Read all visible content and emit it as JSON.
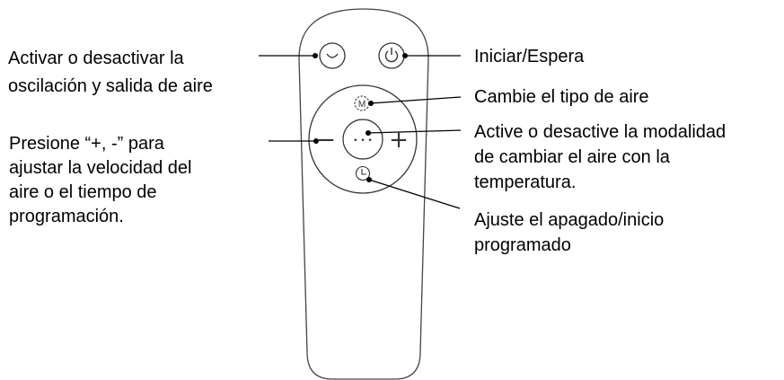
{
  "labels": {
    "oscillation": [
      "Activar o desactivar la",
      "oscilación y salida de aire"
    ],
    "speed_timer": [
      "Presione “+, -” para",
      "ajustar la velocidad del",
      "aire o el tiempo de",
      "programación."
    ],
    "power": [
      "Iniciar/Espera"
    ],
    "air_type": [
      "Cambie el tipo de aire"
    ],
    "temperature_mode": [
      "Active o desactive la modalidad",
      "de cambiar el aire con la",
      "temperatura."
    ],
    "timer": [
      "Ajuste el apagado/inicio",
      "programado"
    ]
  },
  "buttons": {
    "mode_glyph": "M",
    "minus_glyph": "−",
    "plus_glyph": "+",
    "center_glyph": "• • •"
  },
  "colors": {
    "stroke": "#333333",
    "leader": "#000000",
    "text": "#000000"
  }
}
